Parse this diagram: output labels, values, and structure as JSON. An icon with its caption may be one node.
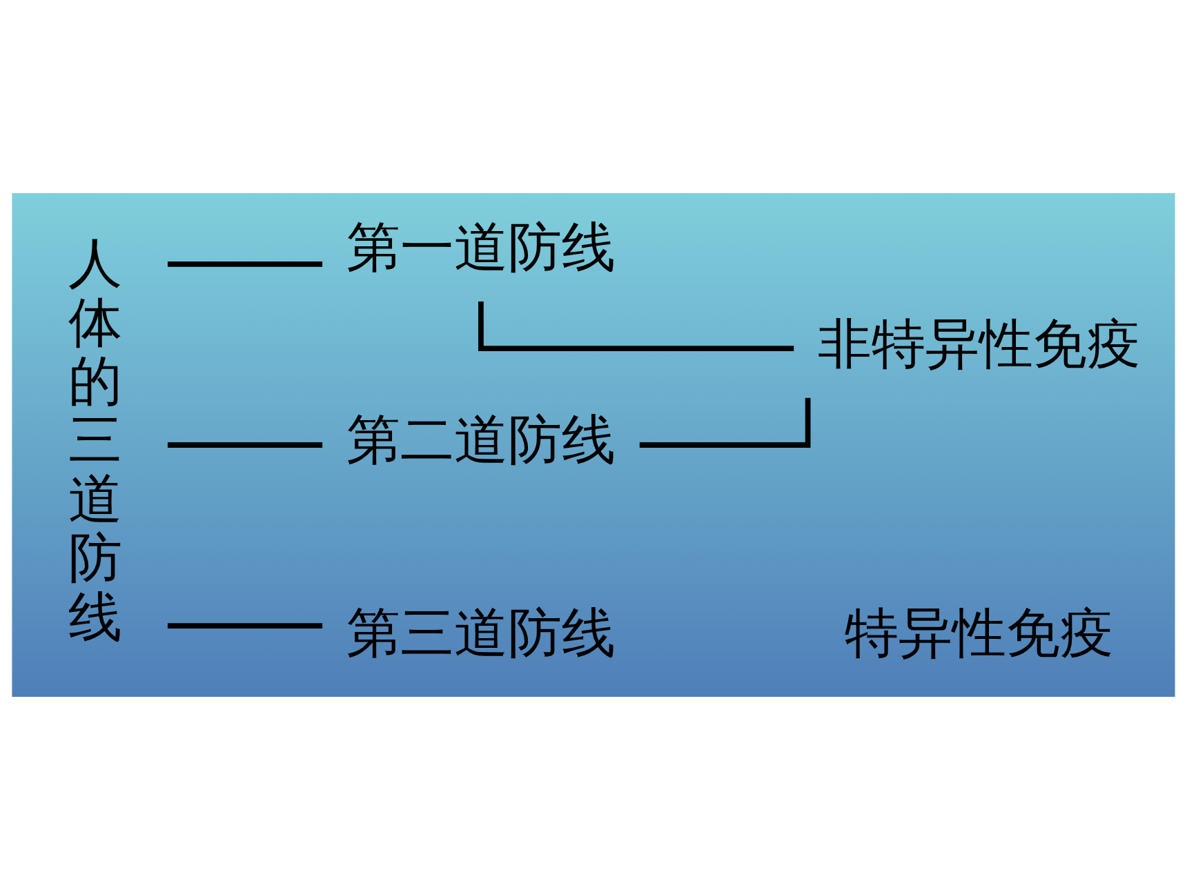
{
  "diagram": {
    "nodes": [
      {
        "text": [
          "人体的三道防线"
        ]
      },
      {
        "text": [
          "第一道防线"
        ]
      },
      {
        "text": [
          "第二道防线"
        ]
      },
      {
        "text": [
          "第三道防线"
        ]
      },
      {
        "text": [
          "非特异性免疫"
        ]
      }
    ],
    "edges": [
      {
        "from": 0,
        "to": 1,
        "arrow": "none"
      },
      {
        "from": 0,
        "to": 2,
        "arrow": "none"
      },
      {
        "from": 0,
        "to": 3,
        "arrow": "none"
      },
      {
        "from": 1,
        "to": 4,
        "arrow": "none"
      },
      {
        "from": 2,
        "to": 4,
        "arrow": "none"
      }
    ],
    "labels": [
      "特异性免疫"
    ]
  }
}
